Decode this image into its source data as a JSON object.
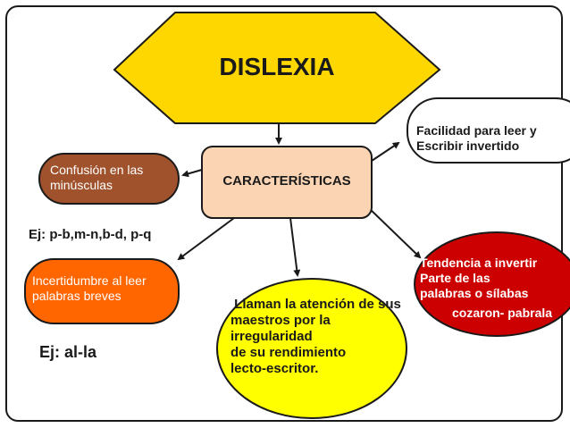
{
  "title": "DISLEXIA",
  "center": "CARACTERÍSTICAS",
  "nodes": {
    "facilidad": "Facilidad para leer y\nEscribir invertido",
    "confusion": "Confusión en las\nminúsculas",
    "confusion_example": "Ej: p-b,m-n,b-d, p-q",
    "incertidumbre": "Incertidumbre al leer\npalabras breves",
    "incertidumbre_example": "Ej: al-la",
    "tendencia": "Tendencia a invertir\nParte de las\npalabras o sílabas",
    "tendencia_example": "cozaron- pabrala",
    "llaman": " Llaman la atención de sus\nmaestros por la\nirregularidad\nde su rendimiento\nlecto-escritor."
  },
  "colors": {
    "title_fill": "#ffd700",
    "center_fill": "#fbd4b4",
    "brown_fill": "#a0522d",
    "orange_fill": "#ff6600",
    "red_fill": "#cc0000",
    "yellow_fill": "#ffff00",
    "white_fill": "#ffffff",
    "stroke": "#1a1a1a"
  }
}
